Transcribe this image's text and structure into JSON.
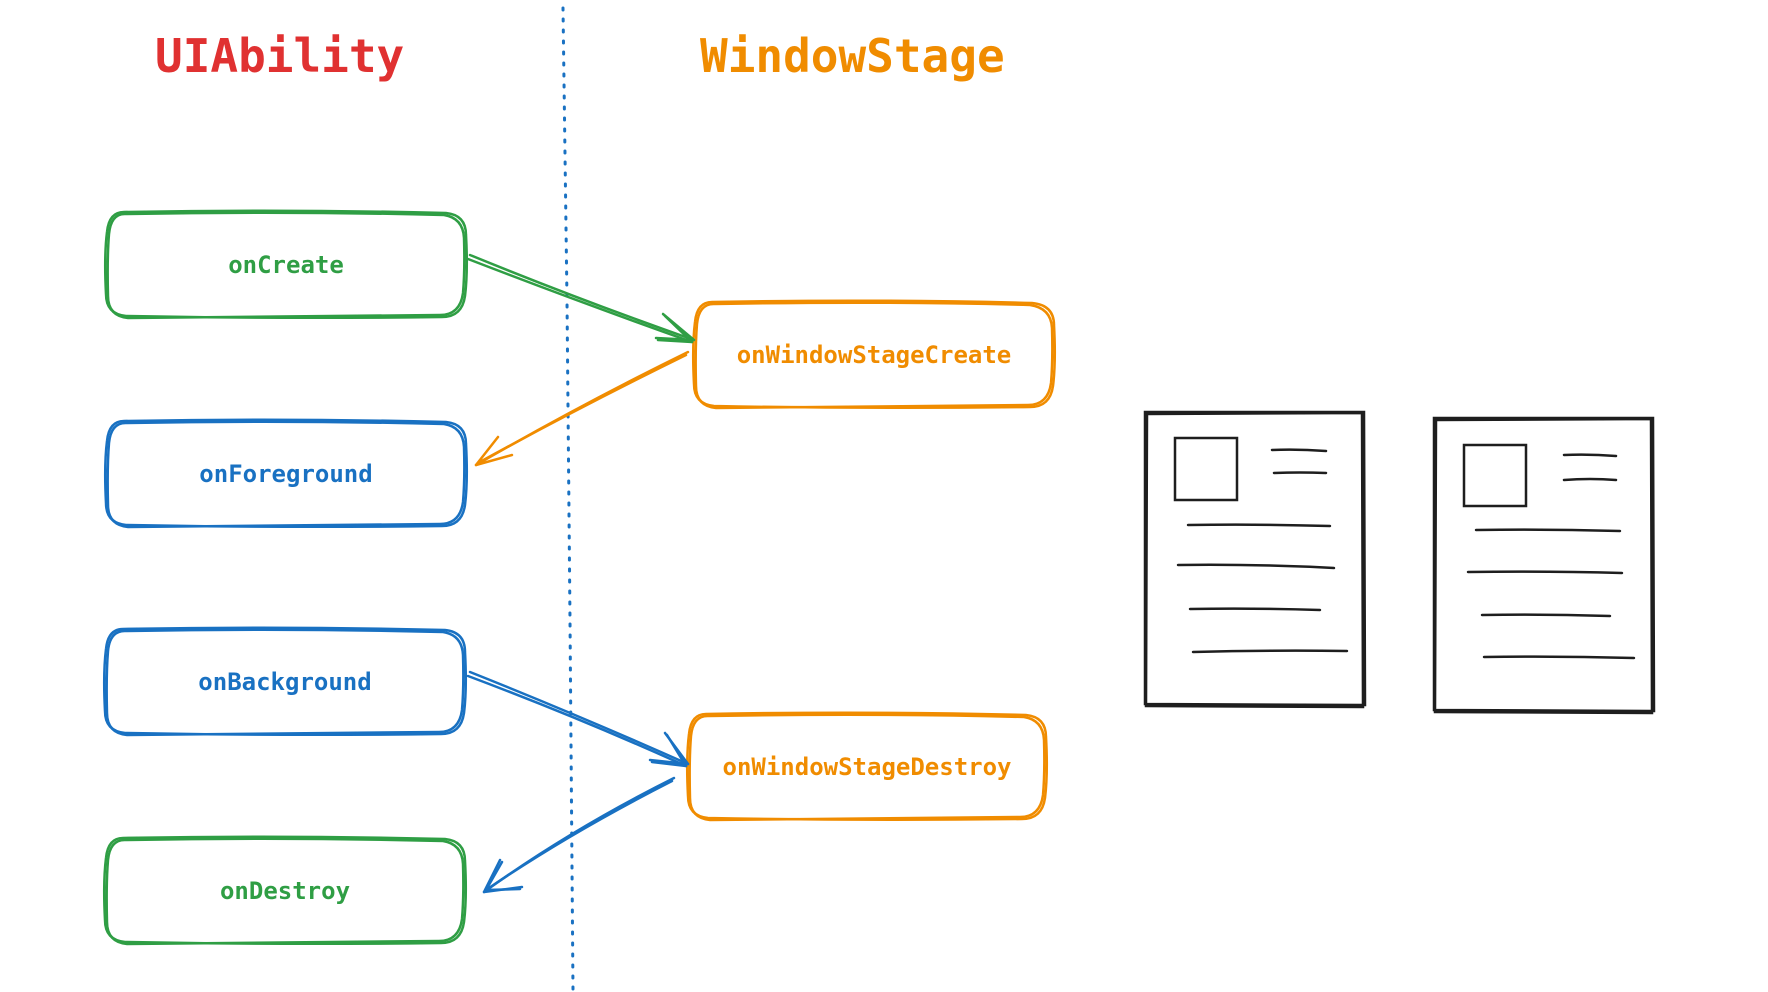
{
  "colors": {
    "uiability": "#e03131",
    "windowstage": "#f08c00",
    "green": "#2f9e44",
    "blue": "#1971c2",
    "ink": "#1e1e1e",
    "divider": "#1971c2"
  },
  "headings": {
    "uiability": "UIAbility",
    "windowstage": "WindowStage"
  },
  "nodes": {
    "on_create": "onCreate",
    "on_foreground": "onForeground",
    "on_background": "onBackground",
    "on_destroy": "onDestroy",
    "on_window_stage_create": "onWindowStageCreate",
    "on_window_stage_destroy": "onWindowStageDestroy"
  },
  "icons": {
    "window_page_1": "document-page-icon",
    "window_page_2": "document-page-icon"
  }
}
